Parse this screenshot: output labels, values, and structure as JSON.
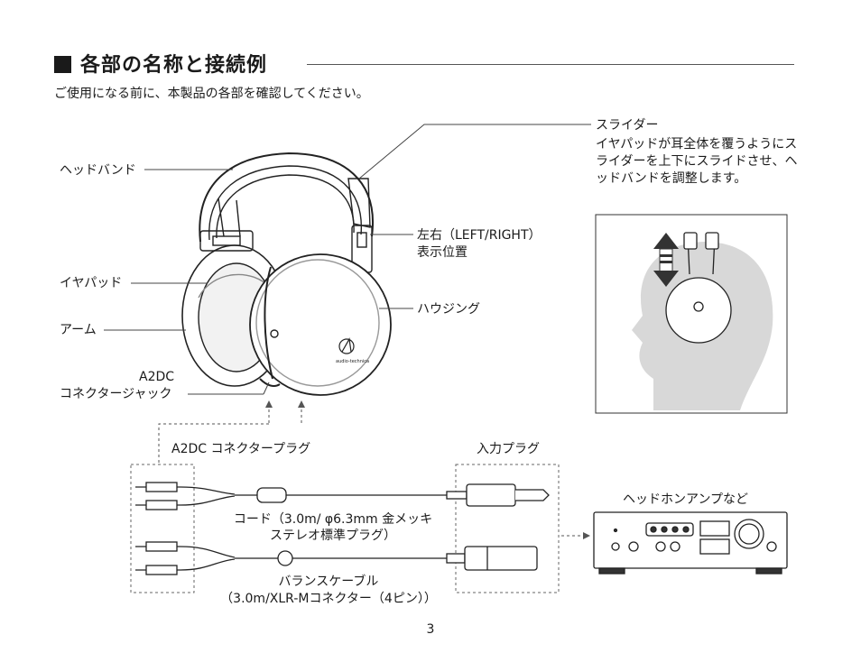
{
  "section": {
    "title": "各部の名称と接続例",
    "intro": "ご使用になる前に、本製品の各部を確認してください。"
  },
  "parts": {
    "headband": "ヘッドバンド",
    "earpad": "イヤパッド",
    "arm": "アーム",
    "jack_line1": "A2DC",
    "jack_line2": "コネクタージャック",
    "lr_line1": "左右（LEFT/RIGHT）",
    "lr_line2": "表示位置",
    "housing": "ハウジング"
  },
  "slider": {
    "title": "スライダー",
    "description": "イヤパッドが耳全体を覆うようにスライダーを上下にスライドさせ、ヘッドバンドを調整します。"
  },
  "connection": {
    "a2dc_plug": "A2DC コネクタープラグ",
    "input_plug": "入力プラグ",
    "cord_line1": "コード（3.0m/ φ6.3mm 金メッキ",
    "cord_line2": "ステレオ標準プラグ）",
    "balance_line1": "バランスケーブル",
    "balance_line2": "（3.0m/XLR-Mコネクター（4ピン））",
    "amp": "ヘッドホンアンプなど"
  },
  "page_number": "3"
}
